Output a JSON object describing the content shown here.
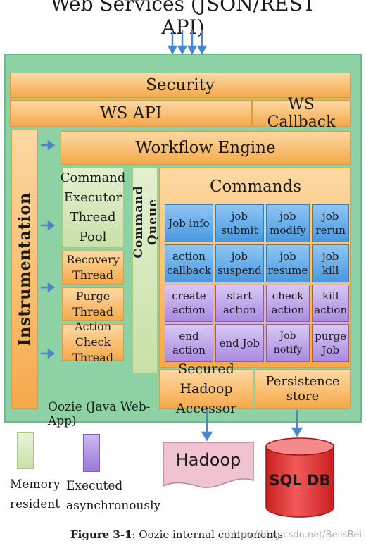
{
  "header": {
    "title": "Web Services (JSON/REST API)"
  },
  "layers": {
    "security": "Security",
    "ws_api": "WS API",
    "ws_callback": "WS Callback",
    "workflow_engine": "Workflow Engine",
    "instrumentation": "Instrumentation",
    "command_queue": "Command Queue",
    "commands_title": "Commands",
    "oozie_label": "Oozie (Java Web-App)"
  },
  "executors": [
    {
      "label": "Command Executor Thread Pool"
    },
    {
      "label": "Recovery Thread"
    },
    {
      "label": "Purge Thread"
    },
    {
      "label": "Action Check Thread"
    }
  ],
  "commands": [
    [
      "Job info",
      "job submit",
      "job modify",
      "job rerun"
    ],
    [
      "action callback",
      "job suspend",
      "job resume",
      "job kill"
    ],
    [
      "create action",
      "start action",
      "check action",
      "kill action"
    ],
    [
      "end action",
      "end Job",
      "Job notify",
      "purge Job"
    ]
  ],
  "bottom": {
    "hadoop_accessor": "Secured Hadoop Accessor",
    "persistence": "Persistence store",
    "hadoop": "Hadoop",
    "sqldb": "SQL DB"
  },
  "legend": {
    "memory": "Memory resident",
    "async": "Executed asynchronously"
  },
  "caption": {
    "bold": "Figure 3-1",
    "text": ": Oozie internal components"
  },
  "watermark": "https://blog.csdn.net/BeiisBei",
  "colors": {
    "green_bg": "#8ed1a4",
    "orange": "#f6a94b",
    "memory_resident": "#d9ecc4",
    "async": "#a98be0",
    "command_blue": "#4a98df",
    "sqldb_red": "#ef3b3b"
  }
}
